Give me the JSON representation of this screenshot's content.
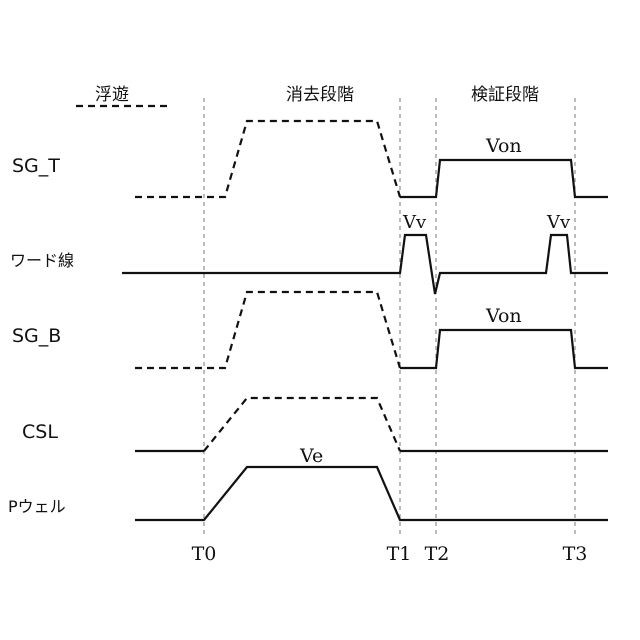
{
  "legend": {
    "label": "浮遊"
  },
  "phases": {
    "erase": "消去段階",
    "verify": "検証段階"
  },
  "signals": {
    "sg_t": "SG_T",
    "word_line": "ワード線",
    "sg_b": "SG_B",
    "csl": "CSL",
    "p_well": "Pウェル"
  },
  "voltages": {
    "sg_t_on": "Von",
    "wl_vv_1": "Vv",
    "wl_vv_2": "Vv",
    "sg_b_on": "Von",
    "p_well_ve": "Ve"
  },
  "times": {
    "t0": "T0",
    "t1": "T1",
    "t2": "T2",
    "t3": "T3"
  },
  "colors": {
    "line": "#111111",
    "guide": "#777777",
    "background": "#ffffff"
  }
}
